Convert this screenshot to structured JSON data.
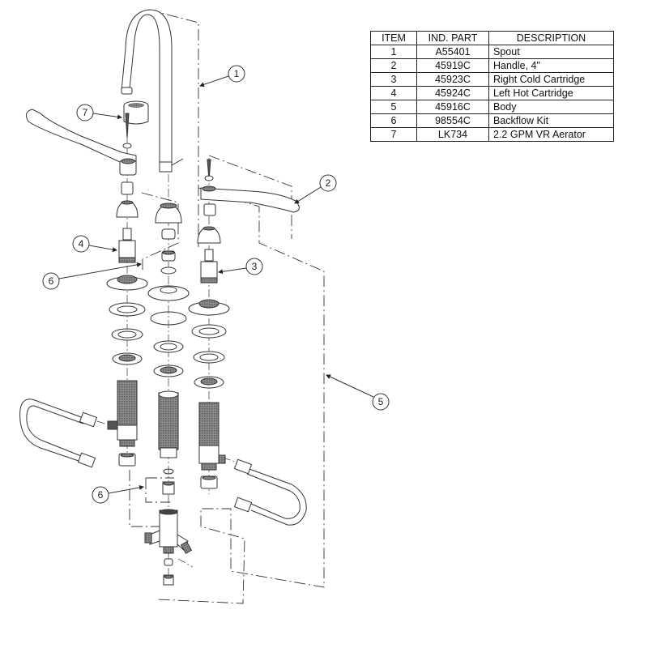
{
  "table": {
    "headers": [
      "ITEM",
      "IND. PART",
      "DESCRIPTION"
    ],
    "rows": [
      {
        "item": "1",
        "part": "A55401",
        "description": "Spout"
      },
      {
        "item": "2",
        "part": "45919C",
        "description": "Handle, 4\""
      },
      {
        "item": "3",
        "part": "45923C",
        "description": "Right Cold Cartridge"
      },
      {
        "item": "4",
        "part": "45924C",
        "description": "Left Hot Cartridge"
      },
      {
        "item": "5",
        "part": "45916C",
        "description": "Body"
      },
      {
        "item": "6",
        "part": "98554C",
        "description": "Backflow Kit"
      },
      {
        "item": "7",
        "part": "LK734",
        "description": "2.2 GPM VR Aerator"
      }
    ]
  },
  "callouts": {
    "spout": "1",
    "handle": "2",
    "right_cartridge": "3",
    "left_cartridge": "4",
    "body": "5",
    "backflow_upper": "6",
    "backflow_lower": "6",
    "aerator": "7"
  },
  "colors": {
    "line": "#333333",
    "thread": "#777777",
    "fill": "#ffffff"
  }
}
